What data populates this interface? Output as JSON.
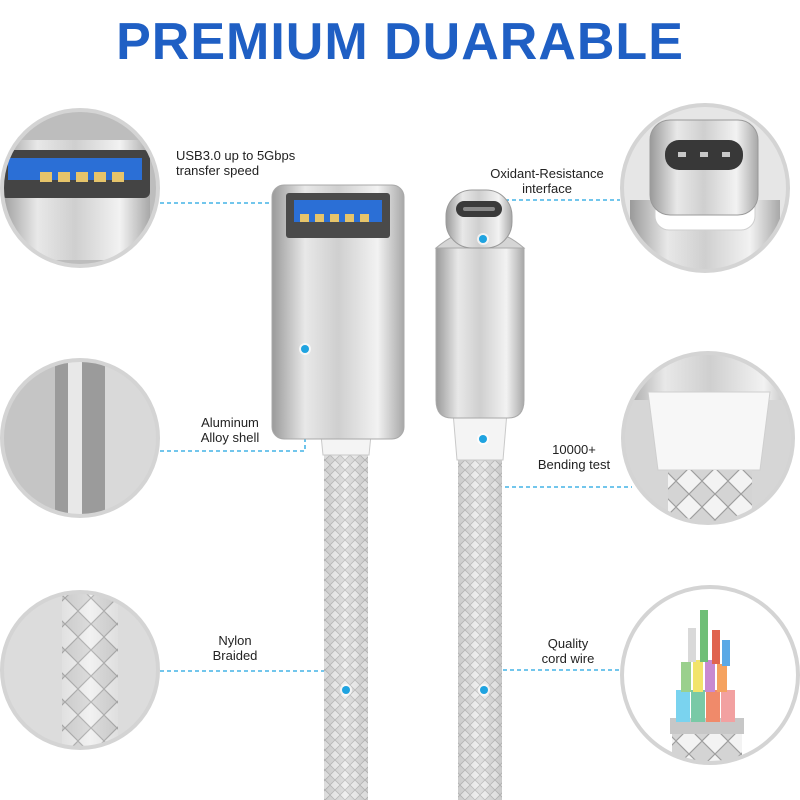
{
  "headline": "PREMIUM DUARABLE",
  "colors": {
    "headline": "#1f5fc4",
    "callout_line": "#1fa3e0",
    "callout_dot": "#1fa3e0",
    "metal": "#c8c8c8",
    "braid": "#d6d6d6"
  },
  "features": {
    "usb3": {
      "line1": "USB3.0 up to 5Gbps",
      "line2": "transfer speed",
      "icon": "usb-a-port-closeup"
    },
    "oxidant": {
      "line1": "Oxidant-Resistance",
      "line2": "interface",
      "icon": "usb-c-plug-closeup"
    },
    "aluminum": {
      "line1": "Aluminum",
      "line2": "Alloy shell",
      "icon": "aluminum-shell-closeup"
    },
    "bending": {
      "line1": "10000+",
      "line2": "Bending test",
      "icon": "strain-relief-closeup"
    },
    "nylon": {
      "line1": "Nylon",
      "line2": "Braided",
      "icon": "braided-cable-closeup"
    },
    "cord": {
      "line1": "Quality",
      "line2": "cord wire",
      "icon": "cord-wires-closeup"
    }
  }
}
